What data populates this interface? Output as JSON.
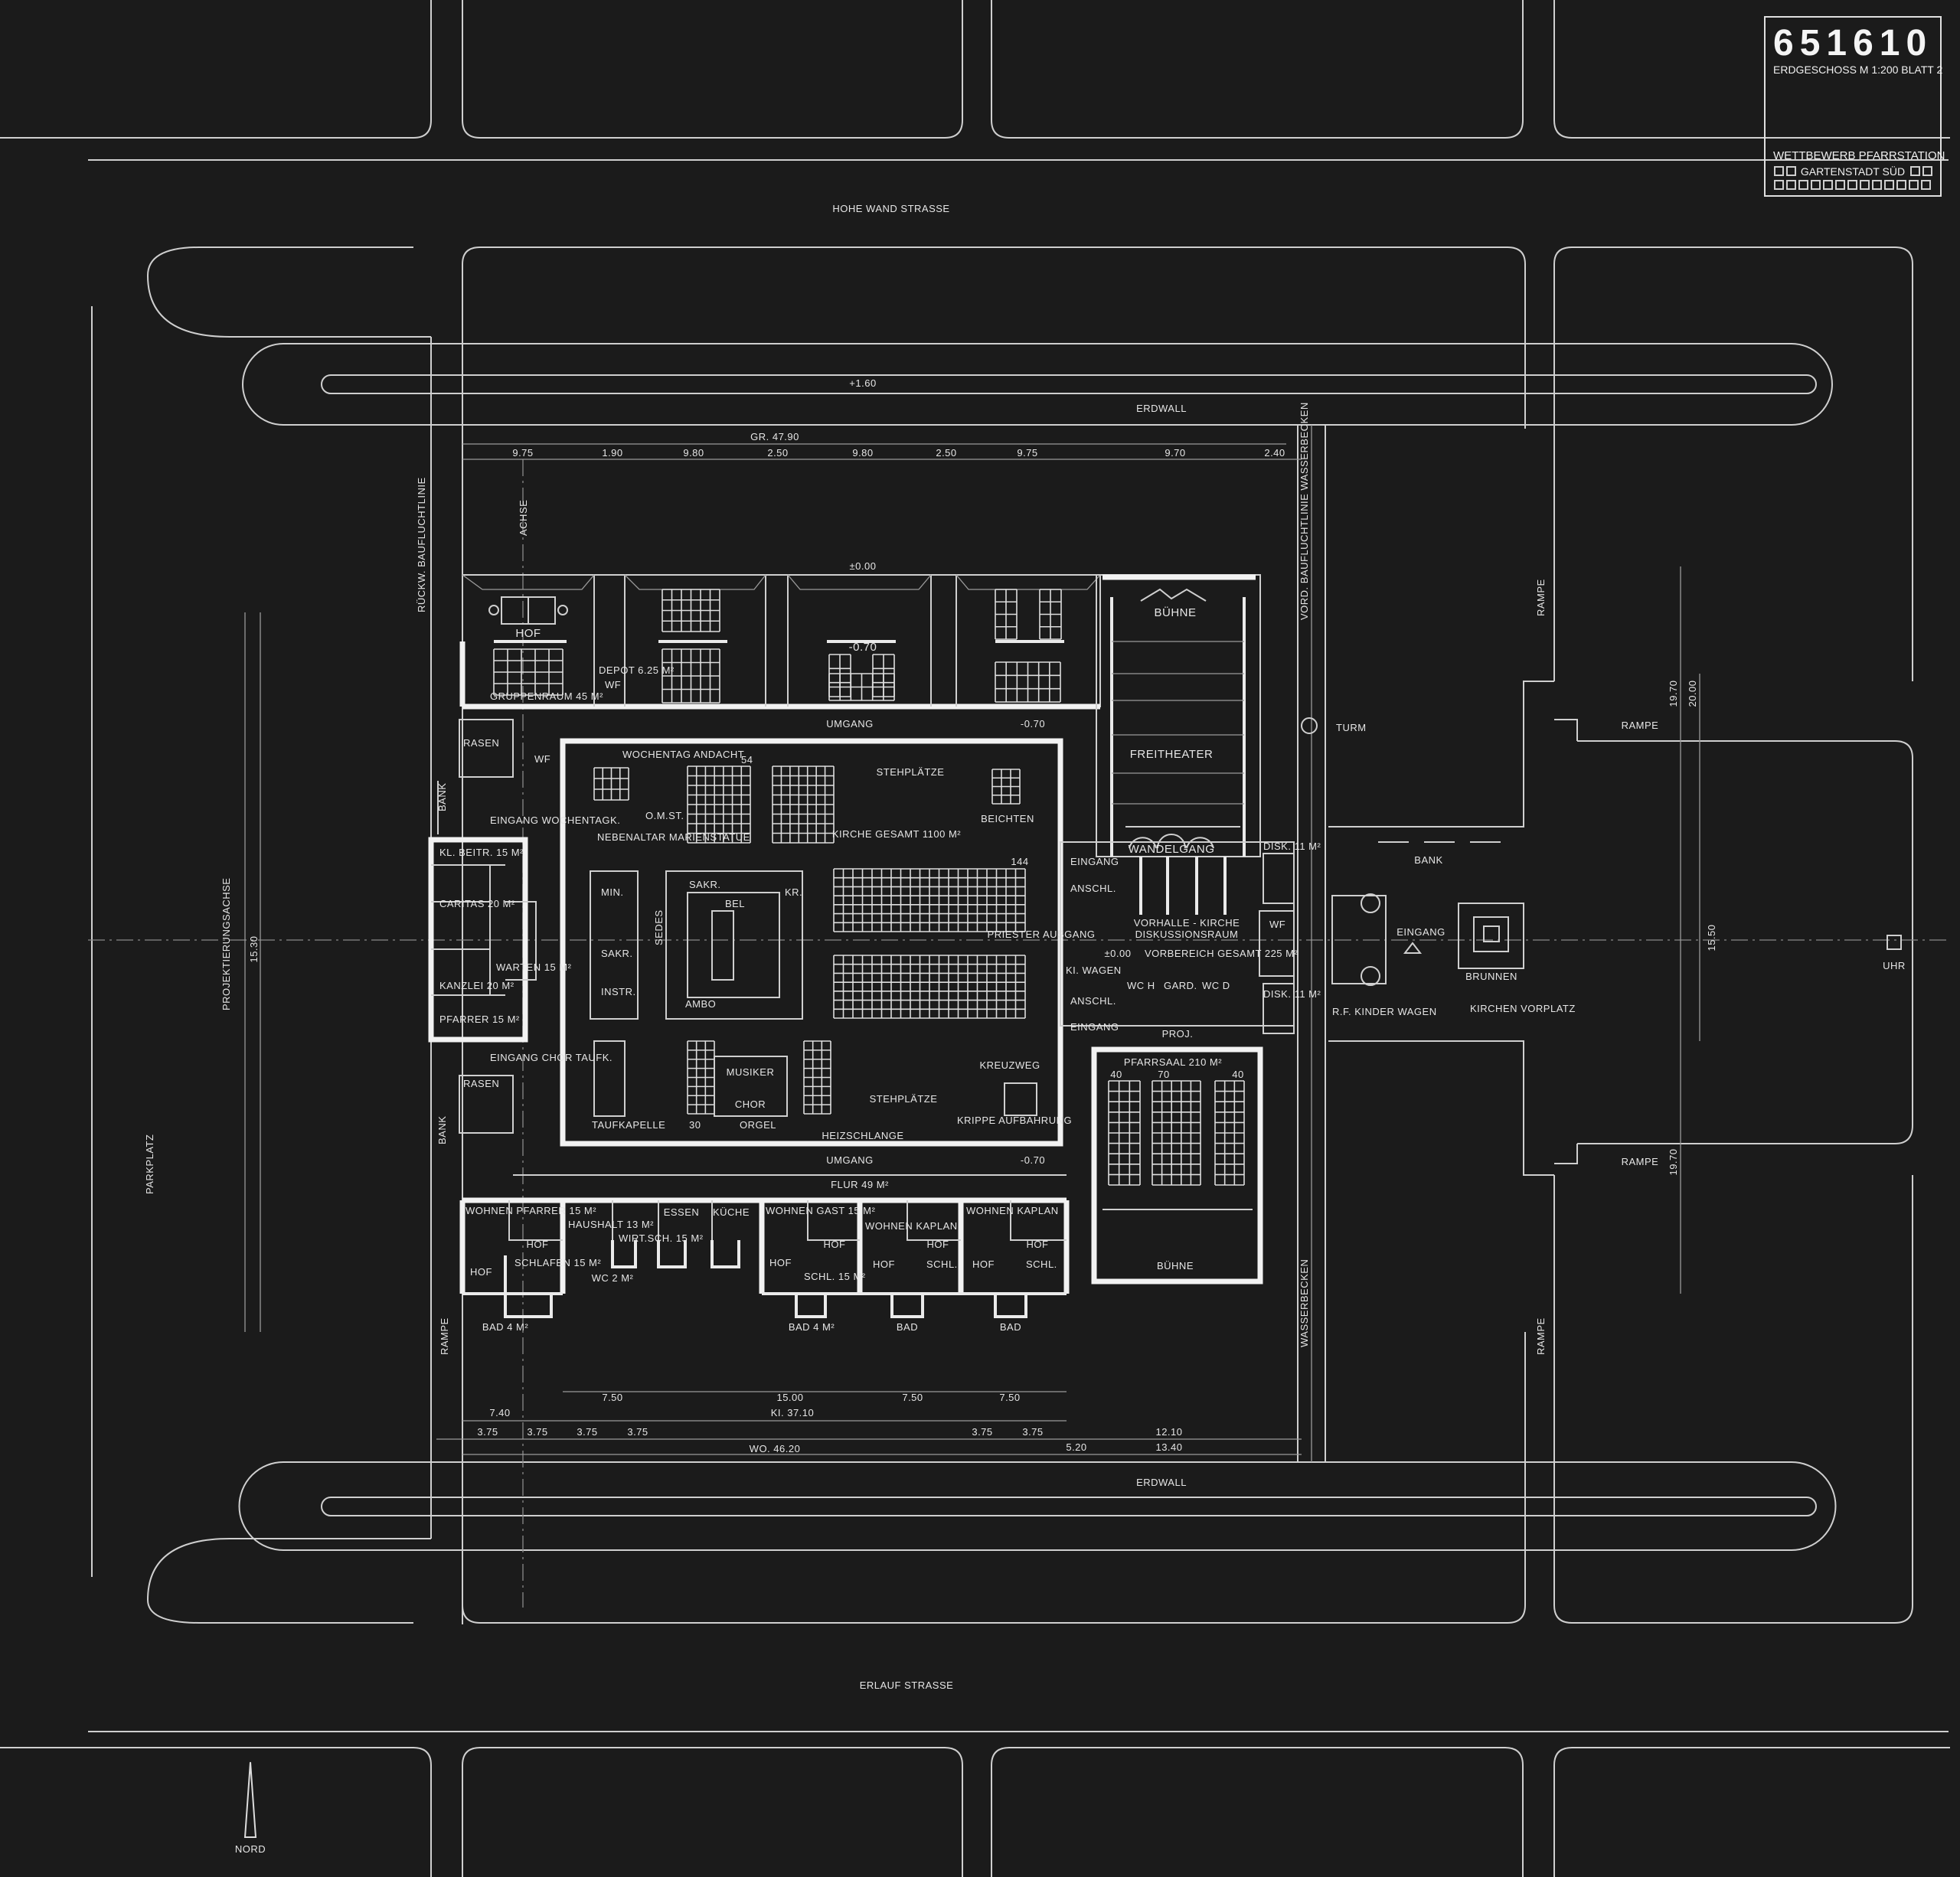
{
  "title_block": {
    "number": "651610",
    "sheet": "ERDGESCHOSS M 1:200  BLATT 2",
    "competition": "WETTBEWERB PFARRSTATION",
    "site": "GARTENSTADT SÜD"
  },
  "streets": {
    "north": "HOHE WAND STRASSE",
    "south": "ERLAUF STRASSE",
    "earthwall_top": "ERDWALL",
    "earthwall_bottom": "ERDWALL",
    "parking": "PARKPLATZ",
    "axis": "PROJEKTIERUNGSACHSE",
    "north_arrow": "NORD",
    "clock": "UHR"
  },
  "site": {
    "level_top": "+1.60",
    "level_zero": "±0.00",
    "rear_line": "RÜCKW. BAUFLUCHTLINIE",
    "front_line": "VORD. BAUFLUCHTLINIE WASSERBECKEN",
    "water_basin": "WASSERBECKEN",
    "axis_label": "ACHSE",
    "ramp": "RAMPE",
    "bank": "BANK"
  },
  "top_wing": {
    "hof": "HOF",
    "group_room": "GRUPPENRAUM 45 M²",
    "depot": "DEPOT 6.25 M²",
    "wf": "WF",
    "level": "-0.70",
    "walkway": "UMGANG",
    "walkway_level": "-0.70"
  },
  "church": {
    "weekday": "WOCHENTAG ANDACHT",
    "oms": "O.M.ST.",
    "side_altar": "NEBENALTAR MARIENSTATUE",
    "standing_top": "STEHPLÄTZE",
    "standing_bottom": "STEHPLÄTZE",
    "confession": "BEICHTEN",
    "total": "KIRCHE GESAMT 1100 M²",
    "min": "MIN.",
    "sakr": "SAKR.",
    "sakr2": "SAKR.",
    "instr": "INSTR.",
    "sedes": "SEDES",
    "ambo": "AMBO",
    "kr": "KR.",
    "bel": "BEL",
    "priest_exit": "PRIESTER AUSGANG",
    "seats_144": "144",
    "seats_54": "54",
    "seats_30": "30",
    "musicians": "MUSIKER",
    "choir": "CHOR",
    "organ": "ORGEL",
    "stations": "KREUZWEG",
    "crib": "KRIPPE AUFBAHRUNG",
    "baptism": "TAUFKAPELLE",
    "heating": "HEIZSCHLANGE"
  },
  "theater": {
    "stage": "BÜHNE",
    "open_air": "FREITHEATER",
    "promenade": "WANDELGANG"
  },
  "foyer": {
    "entrance": "EINGANG",
    "connection": "ANSCHL.",
    "hall": "VORHALLE - KIRCHE",
    "discussion": "DISKUSSIONSRAUM",
    "level": "±0.00",
    "forecourt": "VORBEREICH GESAMT 225 M²",
    "prams": "KI. WAGEN",
    "wc_h": "WC H",
    "cloak": "GARD.",
    "wc_d": "WC D",
    "projection": "PROJ.",
    "disk": "DISK. 11 M²",
    "wf": "WF"
  },
  "parish_hall": {
    "name": "PFARRSAAL 210 M²",
    "seats": [
      "40",
      "70",
      "40"
    ],
    "stage": "BÜHNE"
  },
  "admin_wing": {
    "contrib": "KL. BEITR. 15 M²",
    "caritas": "CARITAS 20 M²",
    "office": "KANZLEI 20 M²",
    "priest": "PFARRER 15 M²",
    "waiting": "WARTEN 15 M²",
    "lawn": "RASEN",
    "entrance_weekday": "EINGANG WOCHENTAGK.",
    "entrance_choir": "EINGANG CHOR TAUFK.",
    "wf": "WF"
  },
  "residence_wing": {
    "corridor": "FLUR 49 M²",
    "walkway": "UMGANG",
    "level": "-0.70",
    "priest_living": "WOHNEN PFARRER 15 M²",
    "hof": "HOF",
    "sleeping": "SCHLAFEN 15 M²",
    "bath": "BAD 4 M²",
    "household": "HAUSHALT 13 M²",
    "utility": "WIRT.SCH. 15 M²",
    "dining": "ESSEN",
    "kitchen": "KÜCHE",
    "wc": "WC 2 M²",
    "guest_living": "WOHNEN GAST 15 M²",
    "bed_15": "SCHL. 15 M²",
    "bed": "SCHL.",
    "chaplain_living": "WOHNEN KAPLAN",
    "bath_short": "BAD"
  },
  "forecourt": {
    "tower": "TURM",
    "bank": "BANK",
    "entrance": "EINGANG",
    "fountain": "BRUNNEN",
    "church_square": "KIRCHEN VORPLATZ",
    "prams": "R.F. KINDER WAGEN"
  },
  "dimensions": {
    "top_total": "GR. 47.90",
    "top": [
      "9.75",
      "1.90",
      "9.80",
      "2.50",
      "9.80",
      "2.50",
      "9.75",
      "9.70",
      "2.40"
    ],
    "bottom_row1": [
      "7.50",
      "15.00",
      "7.50",
      "7.50"
    ],
    "bottom_ki": "KI. 37.10",
    "bottom_left": "7.40",
    "bottom_row3": [
      "3.75",
      "3.75",
      "3.75",
      "3.75",
      "3.75",
      "3.75"
    ],
    "bottom_right": [
      "12.10",
      "5.20",
      "13.40"
    ],
    "bottom_wo": "WO. 46.20",
    "left": "15.30",
    "right": [
      "19.70",
      "20.00",
      "15.50",
      "19.70"
    ]
  }
}
